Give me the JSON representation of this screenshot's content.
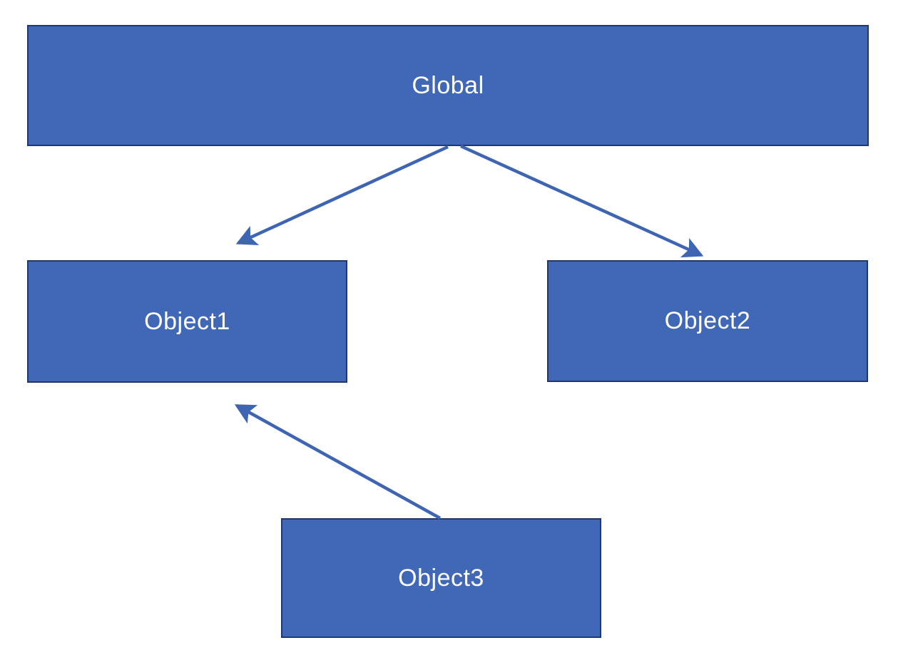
{
  "diagram": {
    "nodes": [
      {
        "id": "global",
        "label": "Global"
      },
      {
        "id": "object1",
        "label": "Object1"
      },
      {
        "id": "object2",
        "label": "Object2"
      },
      {
        "id": "object3",
        "label": "Object3"
      }
    ],
    "edges": [
      {
        "from": "global",
        "to": "object1"
      },
      {
        "from": "global",
        "to": "object2"
      },
      {
        "from": "object3",
        "to": "object1"
      }
    ],
    "colors": {
      "node_fill": "#4068b6",
      "node_border": "#20386b",
      "arrow": "#3e64b4",
      "text": "#ffffff",
      "background": "#ffffff"
    }
  }
}
